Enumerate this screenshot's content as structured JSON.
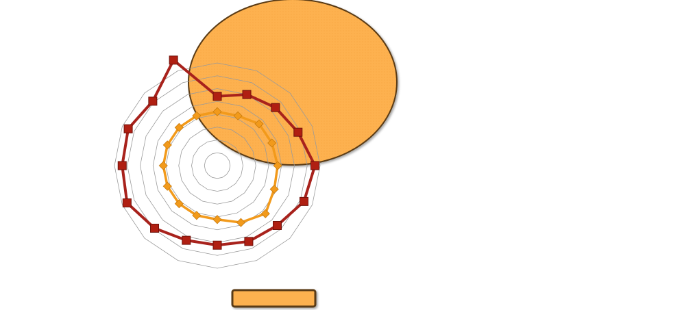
{
  "colors": {
    "background": "#ffffff",
    "grid": "#9a9a9a",
    "orange_fill": "#fdb14f",
    "orange_edge": "#5a3a12",
    "series_outer": "#a8221c",
    "series_outer_marker": "#b01f12",
    "series_inner": "#f29a1b"
  },
  "chart_data": {
    "type": "radar",
    "title": "",
    "axes_count": 16,
    "rings": 8,
    "rlim": [
      0,
      8
    ],
    "grid": true,
    "legend": "bottom",
    "series": [
      {
        "marker": "square",
        "color": "#a8221c",
        "values": [
          5.4,
          6.0,
          6.4,
          6.8,
          7.6,
          7.3,
          6.6,
          6.4,
          6.2,
          6.3,
          6.9,
          7.6,
          7.4,
          7.5,
          7.1,
          8.9
        ]
      },
      {
        "marker": "diamond",
        "color": "#f29a1b",
        "values": [
          4.2,
          4.2,
          4.6,
          4.6,
          4.7,
          4.8,
          5.3,
          4.8,
          4.2,
          4.2,
          4.2,
          4.2,
          4.2,
          4.2,
          4.2,
          4.2
        ]
      }
    ]
  }
}
